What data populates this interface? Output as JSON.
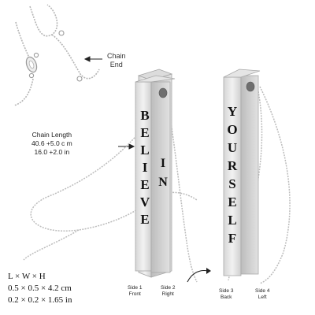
{
  "labels": {
    "chain_end_line1": "Chain",
    "chain_end_line2": "End",
    "chain_length_title": "Chain Length",
    "chain_length_cm": "40.6 +5.0 c m",
    "chain_length_in": "16.0 +2.0 in",
    "dims_header": "L × W × H",
    "dims_cm": "0.5 × 0.5 × 4.2 cm",
    "dims_in": "0.2 × 0.2 × 1.65 in"
  },
  "engravings": {
    "side1": [
      "B",
      "E",
      "L",
      "I",
      "E",
      "V",
      "E"
    ],
    "side2": [
      "I",
      "N"
    ],
    "side3": [
      "Y",
      "O",
      "U",
      "R",
      "S",
      "E",
      "L",
      "F"
    ]
  },
  "sides": {
    "side1_num": "Side 1",
    "side1_name": "Front",
    "side2_num": "Side 2",
    "side2_name": "Right",
    "side3_num": "Side 3",
    "side3_name": "Back",
    "side4_num": "Side 4",
    "side4_name": "Left"
  },
  "colors": {
    "metal_light": "#e8e8e8",
    "metal_mid": "#c9c9c9",
    "metal_dark": "#9e9e9e",
    "chain": "#b5b5b5",
    "text": "#111111"
  }
}
